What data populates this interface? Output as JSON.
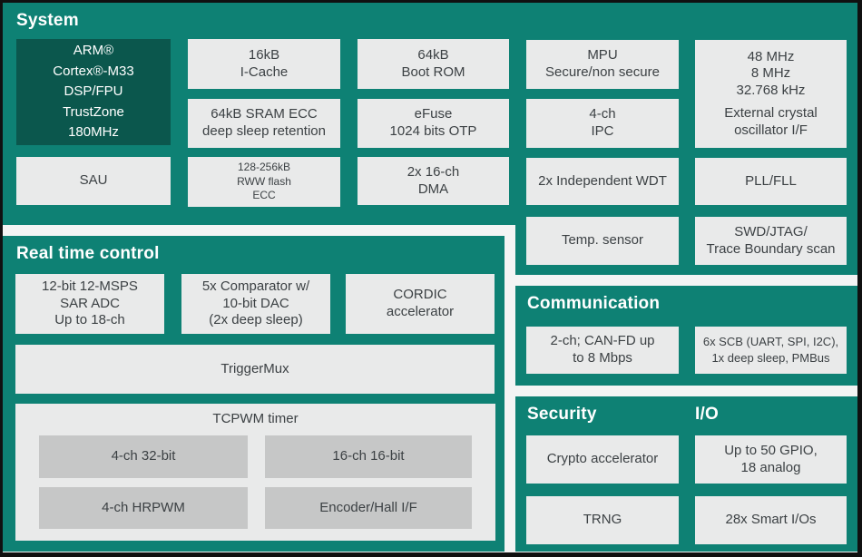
{
  "colors": {
    "teal": "#0e8174",
    "teal_dark": "#0b574d",
    "block_bg": "#e9eaea",
    "subblock_bg": "#c6c7c7",
    "gap_bg": "#f3f4f4",
    "frame": "#101010",
    "text_dark": "#3c4144",
    "text_light": "#ffffff"
  },
  "sections": {
    "system": {
      "title": "System",
      "cpu": "ARM®\nCortex®-M33\nDSP/FPU\nTrustZone\n180MHz",
      "sau": "SAU",
      "icache": "16kB\nI-Cache",
      "sram": "64kB SRAM ECC\ndeep sleep retention",
      "flash": "128-256kB\nRWW flash\nECC",
      "bootrom": "64kB\nBoot ROM",
      "efuse": "eFuse\n1024 bits OTP",
      "dma": "2x 16-ch\nDMA",
      "mpu": "MPU\nSecure/non secure",
      "ipc": "4-ch\nIPC",
      "wdt": "2x Independent WDT",
      "temp_sensor": "Temp. sensor",
      "xtal_freqs": "48 MHz\n8 MHz\n32.768 kHz",
      "xtal_label": "External crystal\noscillator I/F",
      "pll": "PLL/FLL",
      "swd": "SWD/JTAG/\nTrace Boundary scan"
    },
    "realtime": {
      "title": "Real time control",
      "adc": "12-bit 12-MSPS\nSAR ADC\nUp to 18-ch",
      "comparator": "5x Comparator w/\n10-bit DAC\n(2x deep sleep)",
      "cordic": "CORDIC\naccelerator",
      "triggermux": "TriggerMux",
      "tcpwm": {
        "title": "TCPWM timer",
        "timers": [
          "4-ch 32-bit",
          "16-ch 16-bit",
          "4-ch HRPWM",
          "Encoder/Hall I/F"
        ]
      }
    },
    "communication": {
      "title": "Communication",
      "canfd": "2-ch; CAN-FD up\nto 8 Mbps",
      "scb": "6x SCB (UART, SPI, I2C),\n1x deep sleep, PMBus"
    },
    "security": {
      "title": "Security",
      "crypto": "Crypto accelerator",
      "trng": "TRNG"
    },
    "io": {
      "title": "I/O",
      "gpio": "Up to 50 GPIO,\n18 analog",
      "smartio": "28x Smart I/Os"
    }
  }
}
